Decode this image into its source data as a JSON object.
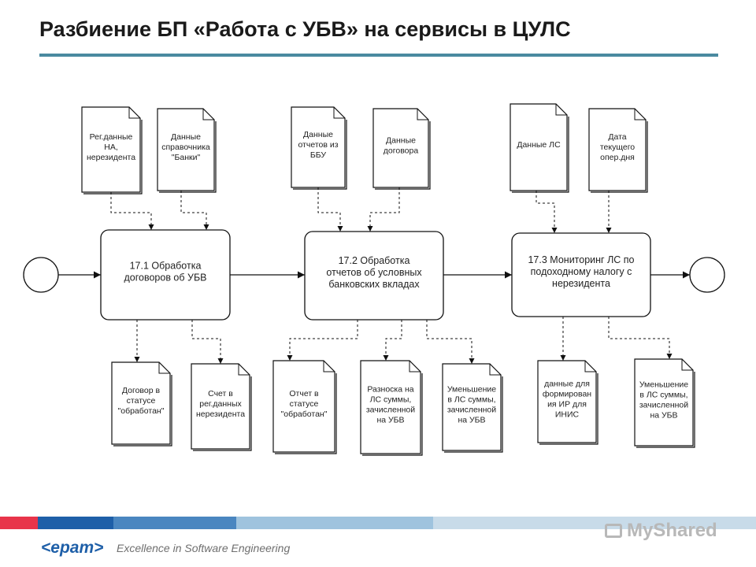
{
  "title": "Разбиение БП «Работа с УБВ» на сервисы в ЦУЛС",
  "processes": [
    {
      "id": "p1",
      "lines": [
        "17.1 Обработка",
        "договоров об УБВ"
      ]
    },
    {
      "id": "p2",
      "lines": [
        "17.2 Обработка",
        "отчетов об условных",
        "банковских вкладах"
      ]
    },
    {
      "id": "p3",
      "lines": [
        "17.3 Мониторинг ЛС по",
        "подоходному налогу с",
        "нерезидента"
      ]
    }
  ],
  "inputs": [
    {
      "id": "i1",
      "lines": [
        "Рег.данные",
        "НА,",
        "нерезидента"
      ]
    },
    {
      "id": "i2",
      "lines": [
        "Данные",
        "справочника",
        "\"Банки\""
      ]
    },
    {
      "id": "i3",
      "lines": [
        "Данные",
        "отчетов из",
        "ББУ"
      ]
    },
    {
      "id": "i4",
      "lines": [
        "Данные",
        "договора"
      ]
    },
    {
      "id": "i5",
      "lines": [
        "Данные ЛС"
      ]
    },
    {
      "id": "i6",
      "lines": [
        "Дата",
        "текущего",
        "опер.дня"
      ]
    }
  ],
  "outputs": [
    {
      "id": "o1",
      "lines": [
        "Договор в",
        "статусе",
        "\"обработан\""
      ]
    },
    {
      "id": "o2",
      "lines": [
        "Счет в",
        "рег.данных",
        "нерезидента"
      ]
    },
    {
      "id": "o3",
      "lines": [
        "Отчет в",
        "статусе",
        "\"обработан\""
      ]
    },
    {
      "id": "o4",
      "lines": [
        "Разноска на",
        "ЛС суммы,",
        "зачисленной",
        "на УБВ"
      ]
    },
    {
      "id": "o5",
      "lines": [
        "Уменьшение",
        "в ЛС суммы,",
        "зачисленной",
        "на УБВ"
      ]
    },
    {
      "id": "o6",
      "lines": [
        "данные для",
        "формирован",
        "ия ИР для",
        "ИНИС"
      ]
    },
    {
      "id": "o7",
      "lines": [
        "Уменьшение",
        "в ЛС суммы,",
        "зачисленной",
        "на УБВ"
      ]
    }
  ],
  "footer": {
    "logo": "<epam>",
    "tagline": "Excellence in Software Engineering",
    "watermark": "MyShared",
    "colors": [
      "#e8344a",
      "#1e5fa8",
      "#4a86c0",
      "#9fc3de",
      "#c8dbe9"
    ]
  }
}
